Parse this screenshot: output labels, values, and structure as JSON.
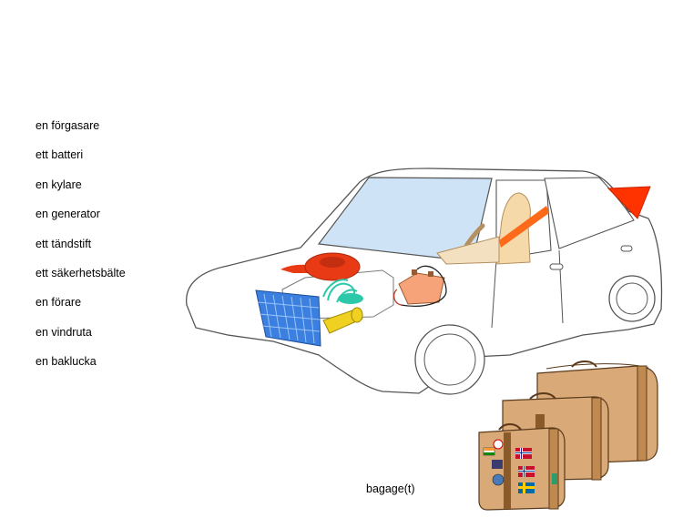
{
  "vocabulary": [
    "en förgasare",
    "ett batteri",
    "en kylare",
    "en generator",
    "ett tändstift",
    "ett säkerhetsbälte",
    "en förare",
    "en vindruta",
    "en baklucka"
  ],
  "luggage_caption": "bagage(t)",
  "colors": {
    "car_outline": "#555555",
    "windshield": "#cfe3f7",
    "radiator": "#3b7fe0",
    "carburetor": "#e83a14",
    "battery": "#f6a37a",
    "generator": "#f0d020",
    "spark_plug_wires": "#2bc9a9",
    "trunk_lid": "#ff3300",
    "seatbelt": "#ff6a1a",
    "driver": "#f5d9a8",
    "suitcase": "#d9a978"
  }
}
